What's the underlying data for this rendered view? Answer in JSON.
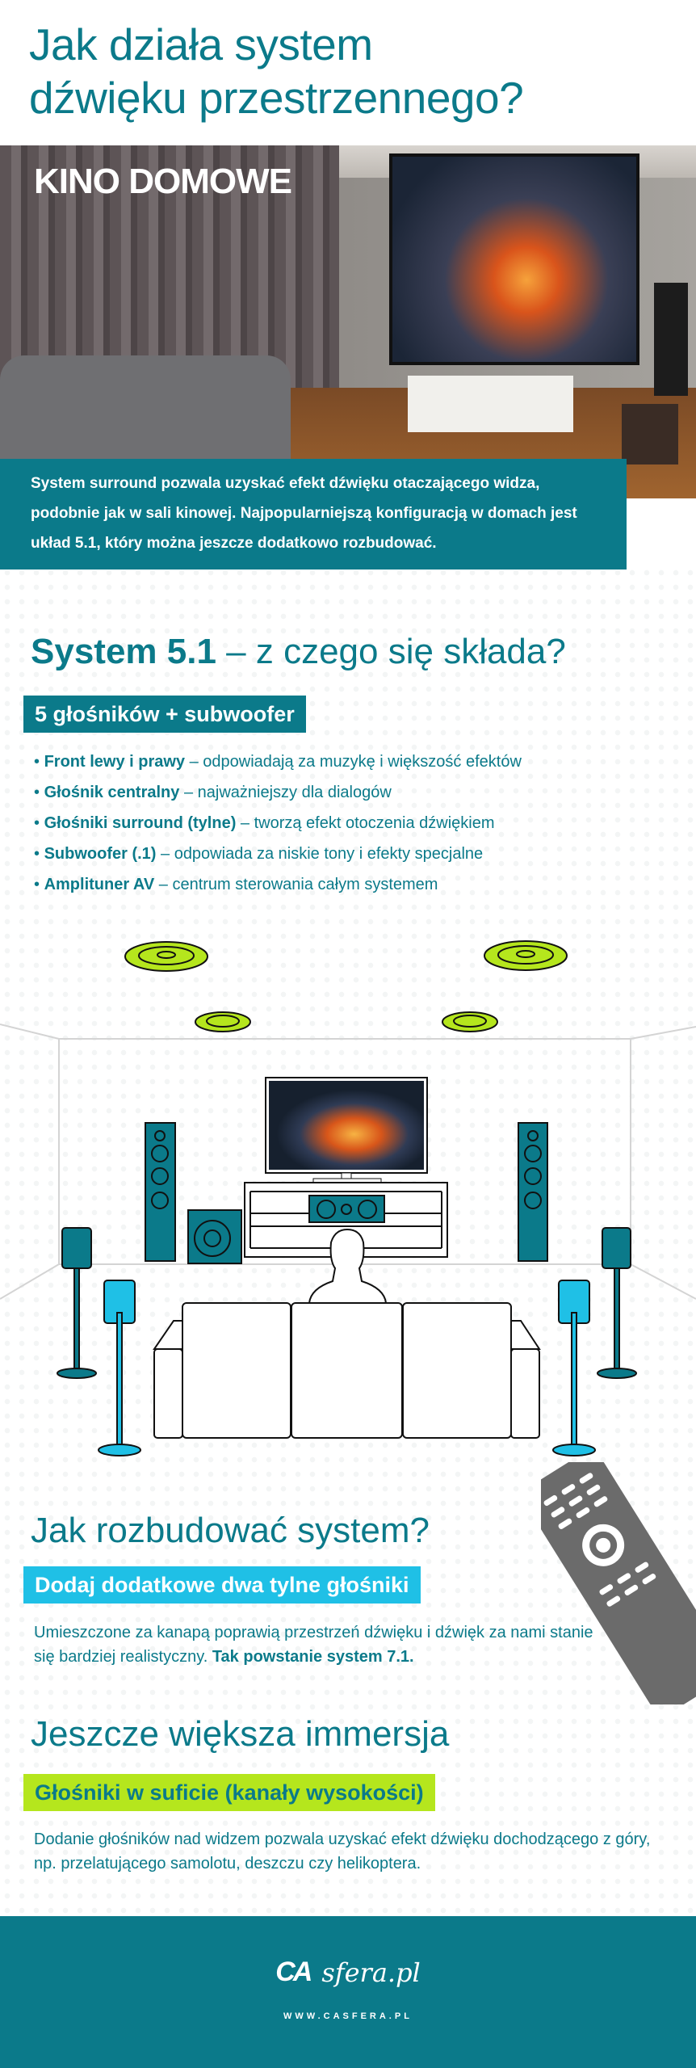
{
  "header": {
    "title_line1": "Jak działa system",
    "title_line2": "dźwięku przestrzennego?"
  },
  "hero": {
    "label": "KINO DOMOWE",
    "intro": "System surround pozwala uzyskać efekt dźwięku otaczającego widza, podobnie jak w sali kinowej. Najpopularniejszą konfiguracją w domach jest układ 5.1, który można jeszcze dodatkowo rozbudować."
  },
  "system51": {
    "heading_bold": "System 5.1",
    "heading_rest": " – z czego się składa?",
    "badge": "5 głośników + subwoofer",
    "items": [
      {
        "term": "Front lewy i prawy",
        "desc": " – odpowiadają za muzykę i większość efektów"
      },
      {
        "term": "Głośnik centralny",
        "desc": " – najważniejszy dla dialogów"
      },
      {
        "term": "Głośniki surround (tylne)",
        "desc": " – tworzą efekt otoczenia dźwiękiem"
      },
      {
        "term": "Subwoofer (.1)",
        "desc": " – odpowiada za niskie tony i efekty specjalne"
      },
      {
        "term": "Amplituner AV",
        "desc": " – centrum sterowania całym systemem"
      }
    ]
  },
  "expand": {
    "heading": "Jak rozbudować system?",
    "badge": "Dodaj dodatkowe dwa tylne głośniki",
    "text": "Umieszczone za kanapą poprawią przestrzeń dźwięku i dźwięk za nami stanie się bardziej realistyczny. ",
    "text_bold": "Tak powstanie system 7.1."
  },
  "immersion": {
    "heading": "Jeszcze większa immersja",
    "badge": "Głośniki w suficie (kanały wysokości)",
    "text": "Dodanie głośników nad widzem pozwala uzyskać efekt dźwięku dochodzącego z góry, np. przelatującego samolotu, deszczu czy helikoptera."
  },
  "footer": {
    "logo_mark": "CA",
    "logo_text": "sfera.pl",
    "url": "WWW.CASFERA.PL"
  },
  "colors": {
    "teal": "#0b7a8a",
    "cyan": "#1fc0e6",
    "lime": "#b5e61d"
  }
}
